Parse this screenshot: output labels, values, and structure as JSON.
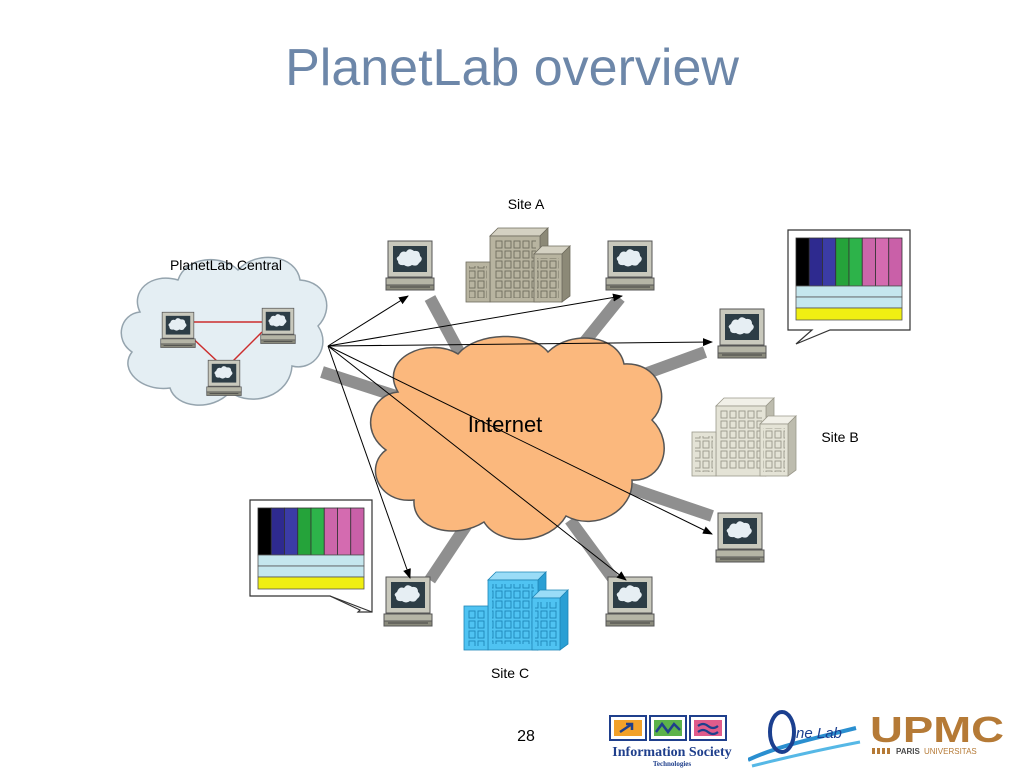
{
  "slide": {
    "title": "PlanetLab overview",
    "page_number": "28"
  },
  "diagram": {
    "planetlab_central_label": "PlanetLab Central",
    "internet_label": "Internet",
    "site_a_label": "Site A",
    "site_b_label": "Site B",
    "site_c_label": "Site C"
  },
  "slice_colors": [
    "#000000",
    "#2e2a8f",
    "#3b3ca6",
    "#25a33a",
    "#2db34a",
    "#cc66aa",
    "#d46bb0",
    "#c960a8"
  ],
  "colors": {
    "title": "#6d87a9",
    "internet_cloud": "#fbb87d",
    "central_cloud": "#e4eef3",
    "site_a_building": "#b8b4a0",
    "site_b_building": "#e4e3d6",
    "site_c_building": "#4fc3f2"
  },
  "logos": {
    "ist_line1": "Information Society",
    "ist_line2": "Technologies",
    "onelab_text": "ne Lab",
    "upmc_text": "UPMC",
    "upmc_sub_a": "PARIS",
    "upmc_sub_b": "UNIVERSITAS"
  }
}
